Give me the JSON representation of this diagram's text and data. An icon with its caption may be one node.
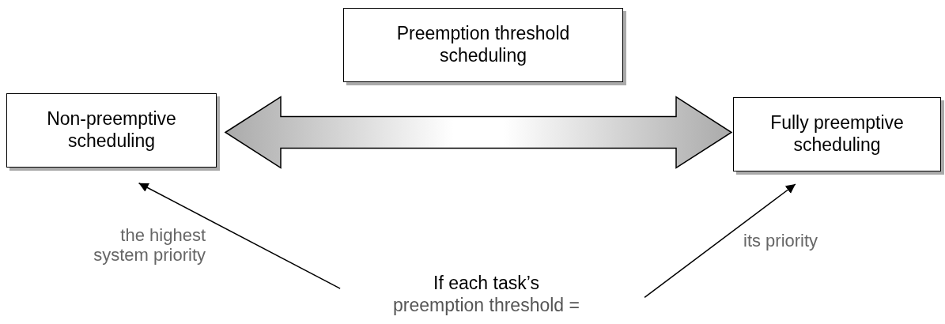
{
  "diagram": {
    "nodes": [
      {
        "text": [
          "Preemption threshold scheduling"
        ]
      },
      {
        "text": [
          "Non-preemptive scheduling"
        ]
      },
      {
        "text": [
          "Fully preemptive scheduling"
        ]
      },
      {
        "text": [
          "If each task’s",
          "preemption threshold ="
        ]
      }
    ],
    "edges": [
      {
        "from": 1,
        "to": 2,
        "arrow": "both",
        "style": "thick"
      },
      {
        "from": 3,
        "to": 1,
        "arrow": "to",
        "label": "the highest system priority"
      },
      {
        "from": 3,
        "to": 2,
        "arrow": "to",
        "label": "its priority"
      }
    ]
  }
}
